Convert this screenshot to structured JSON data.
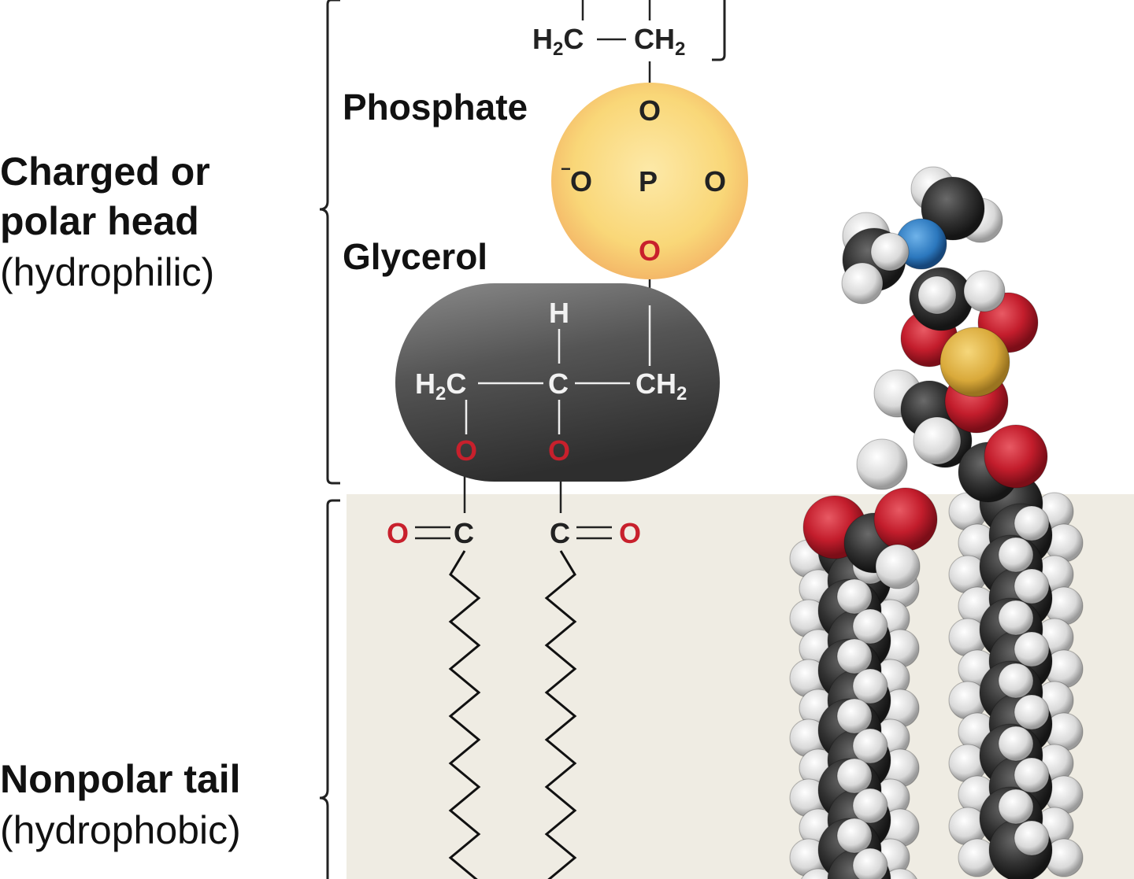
{
  "labels": {
    "head_line1": "Charged or",
    "head_line2": "polar head",
    "head_line3": "(hydrophilic)",
    "tail_line1": "Nonpolar tail",
    "tail_line2": "(hydrophobic)",
    "phosphate": "Phosphate",
    "glycerol": "Glycerol"
  },
  "chem": {
    "top_h2c": "H",
    "top_h2c_sub": "2",
    "top_h2c_c": "C",
    "top_ch2": "CH",
    "top_ch2_sub": "2",
    "o_top": "O",
    "o_minus": "O",
    "minus_sign": "−",
    "p": "P",
    "o_right": "O",
    "o_bottom": "O",
    "gly_h": "H",
    "gly_left": "H",
    "gly_left_sub": "2",
    "gly_left_c": "C",
    "gly_mid": "C",
    "gly_right": "CH",
    "gly_right_sub": "2",
    "gly_o_left": "O",
    "gly_o_right": "O",
    "ester_o_left": "O",
    "ester_c_left": "C",
    "ester_c_right": "C",
    "ester_o_right": "O"
  },
  "colors": {
    "oxygen_red": "#c8202c",
    "phosphate_fill": "#f9d778",
    "glycerol_fill": "#555555",
    "tail_background": "#efece3",
    "nitrogen_blue": "#2b77bd",
    "phosphorus_gold": "#d9a93a",
    "carbon_dark": "#2c2c2c",
    "hydrogen_white": "#e6e6e6"
  }
}
